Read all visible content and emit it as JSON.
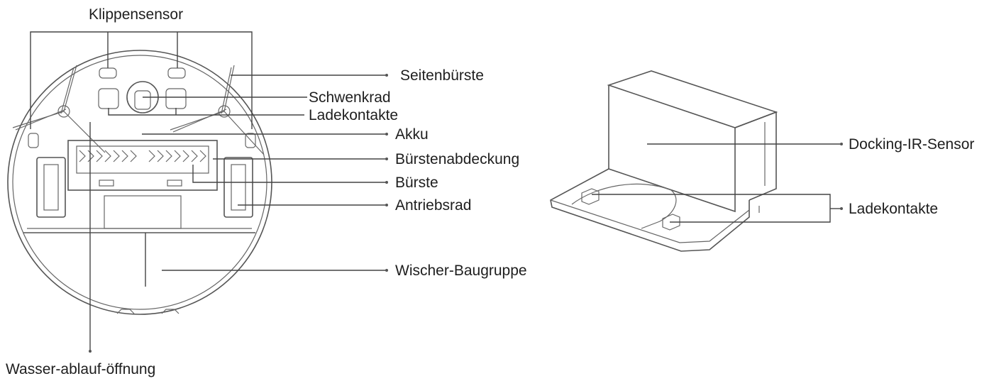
{
  "labels": {
    "cliff_sensor": "Klippensensor",
    "side_brush": "Seitenbürste",
    "swivel_wheel": "Schwenkrad",
    "charging_contacts_robot": "Ladekontakte",
    "battery": "Akku",
    "brush_cover": "Bürstenabdeckung",
    "brush": "Bürste",
    "drive_wheel": "Antriebsrad",
    "mop_assembly": "Wischer-Baugruppe",
    "water_drain": "Wasser-ablauf-öffnung",
    "docking_ir_sensor": "Docking-IR-Sensor",
    "charging_contacts_dock": "Ladekontakte"
  }
}
